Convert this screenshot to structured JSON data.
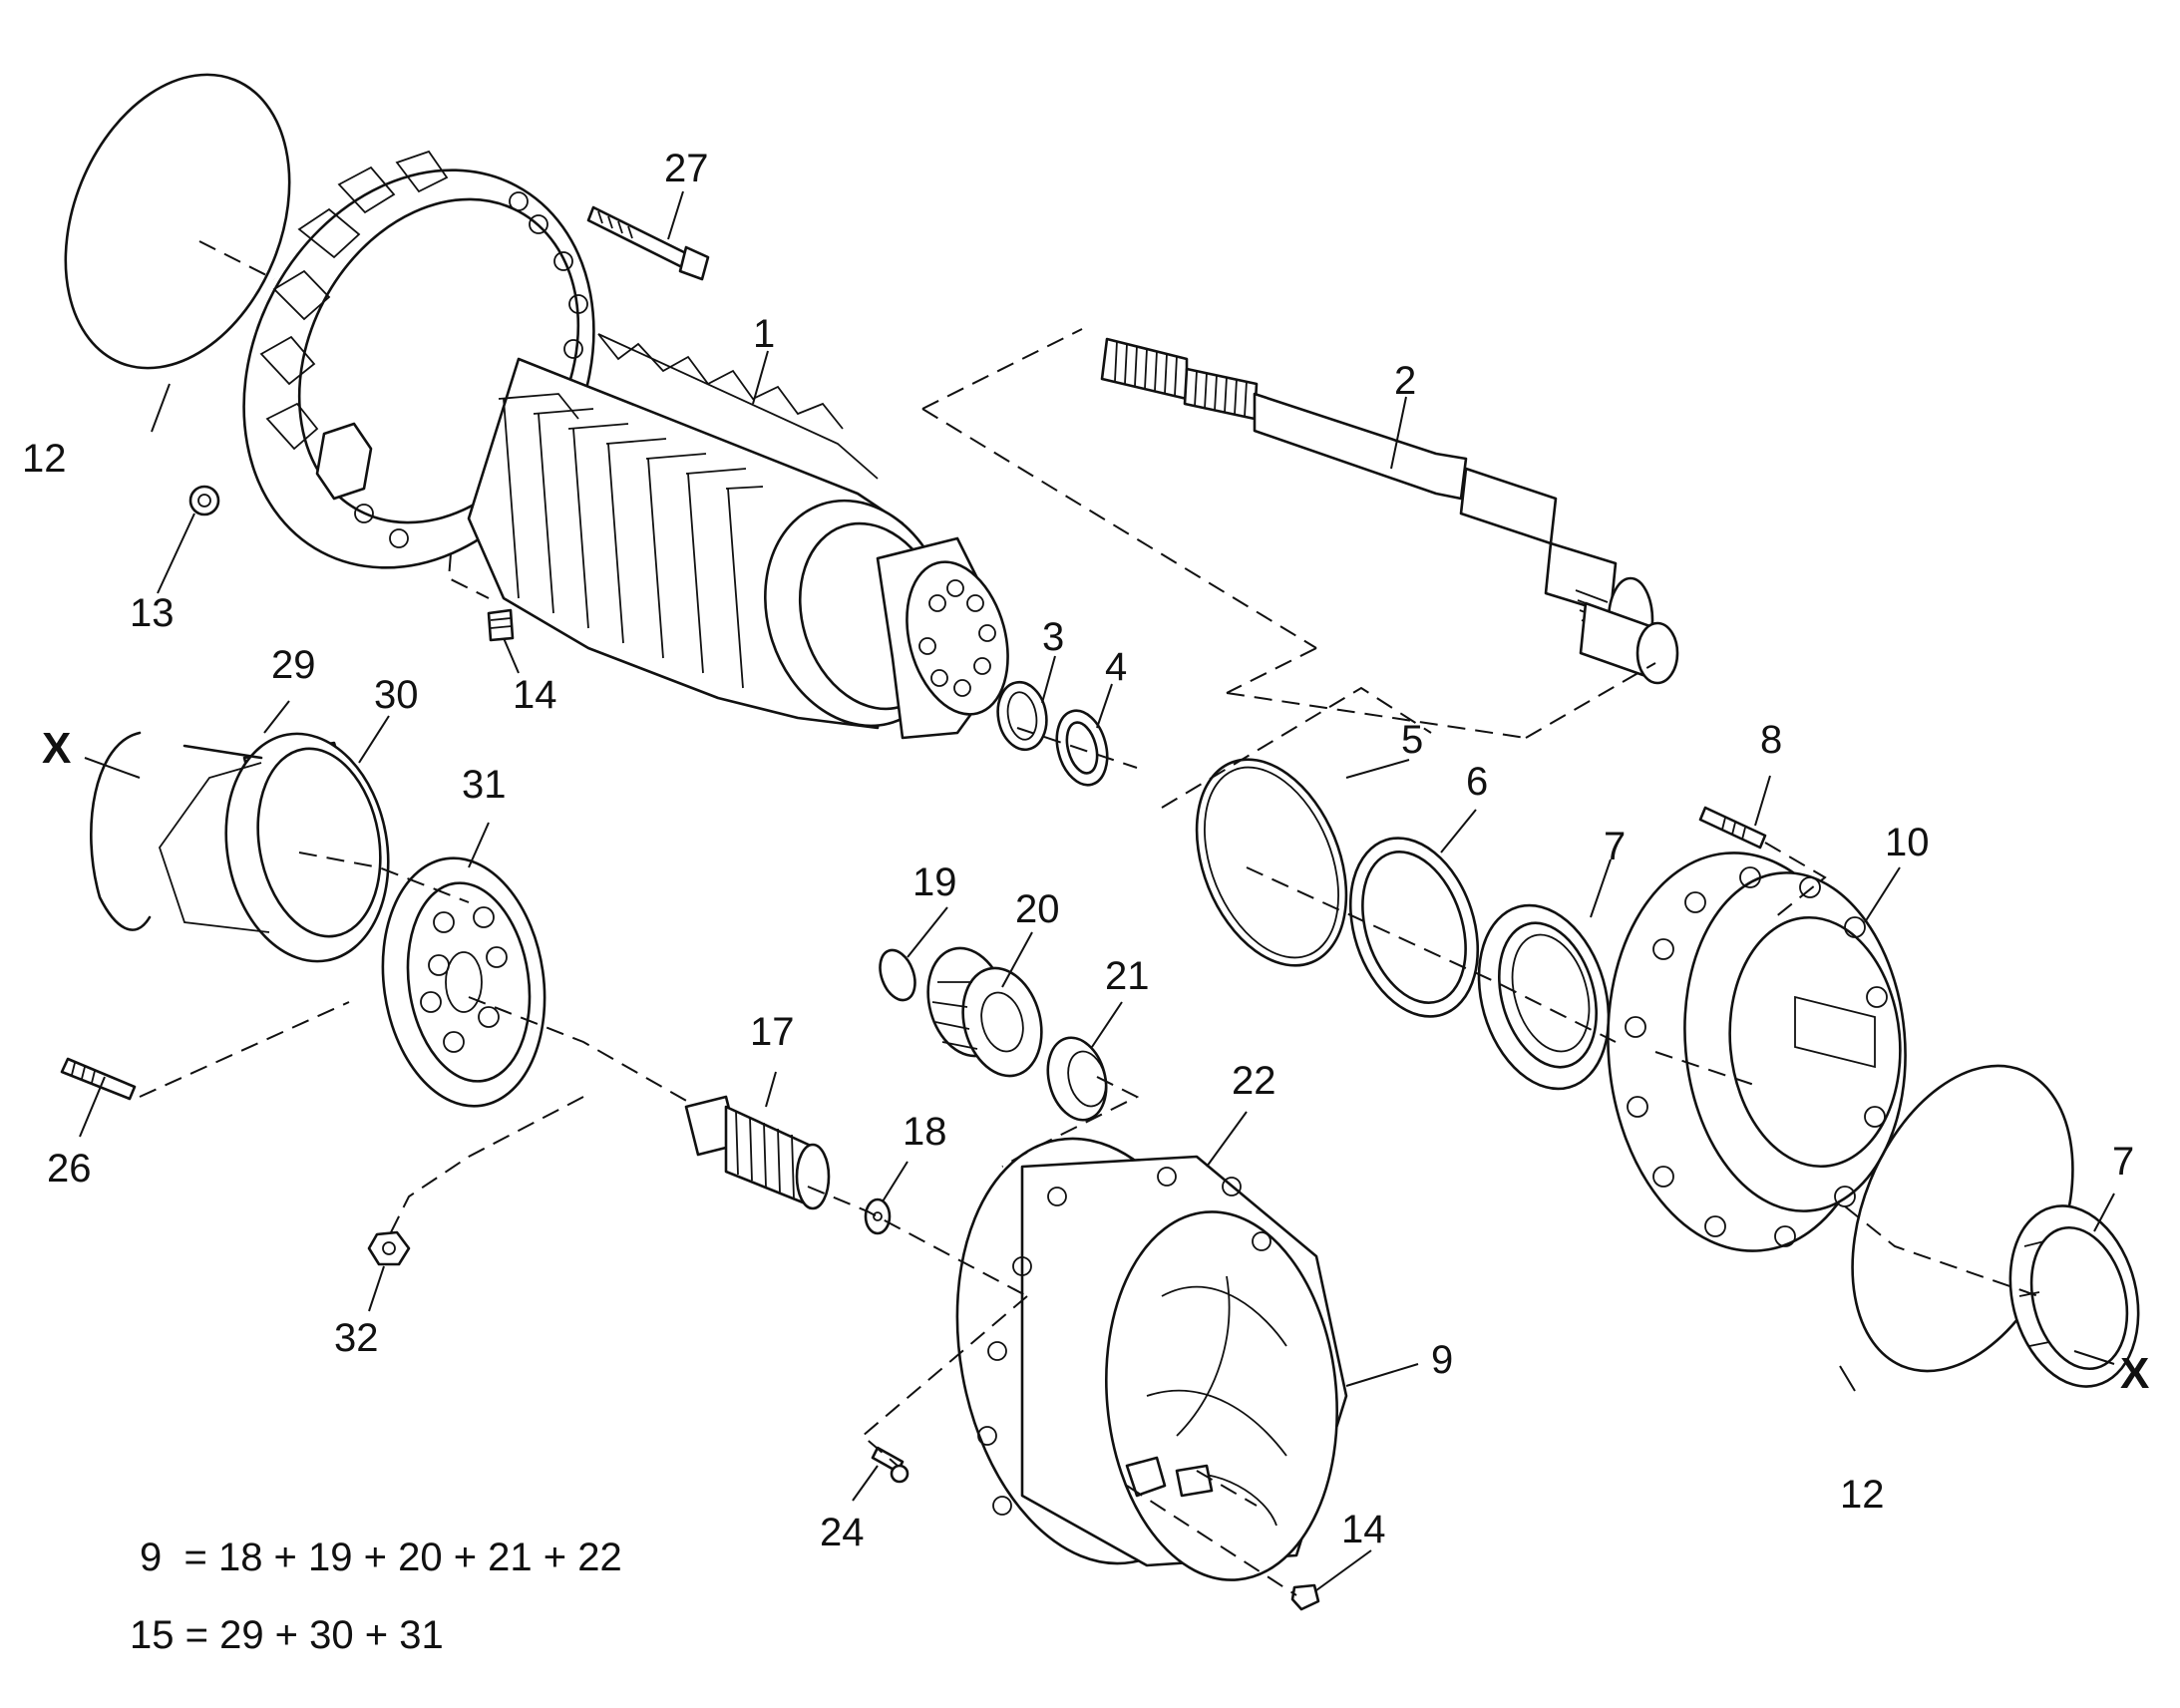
{
  "labels": {
    "p1": "1",
    "p2": "2",
    "p3": "3",
    "p4": "4",
    "p5": "5",
    "p6": "6",
    "p7a": "7",
    "p7b": "7",
    "p8": "8",
    "p9": "9",
    "p10": "10",
    "p12a": "12",
    "p12b": "12",
    "p13": "13",
    "p14a": "14",
    "p14b": "14",
    "p17": "17",
    "p18": "18",
    "p19": "19",
    "p20": "20",
    "p21": "21",
    "p22": "22",
    "p24": "24",
    "p26": "26",
    "p27": "27",
    "p29": "29",
    "p30": "30",
    "p31": "31",
    "p32": "32",
    "xa": "X",
    "xb": "X"
  },
  "equations": {
    "eq1": "9  = 18 + 19 + 20 + 21 + 22",
    "eq2": "15 = 29 + 30 + 31"
  }
}
